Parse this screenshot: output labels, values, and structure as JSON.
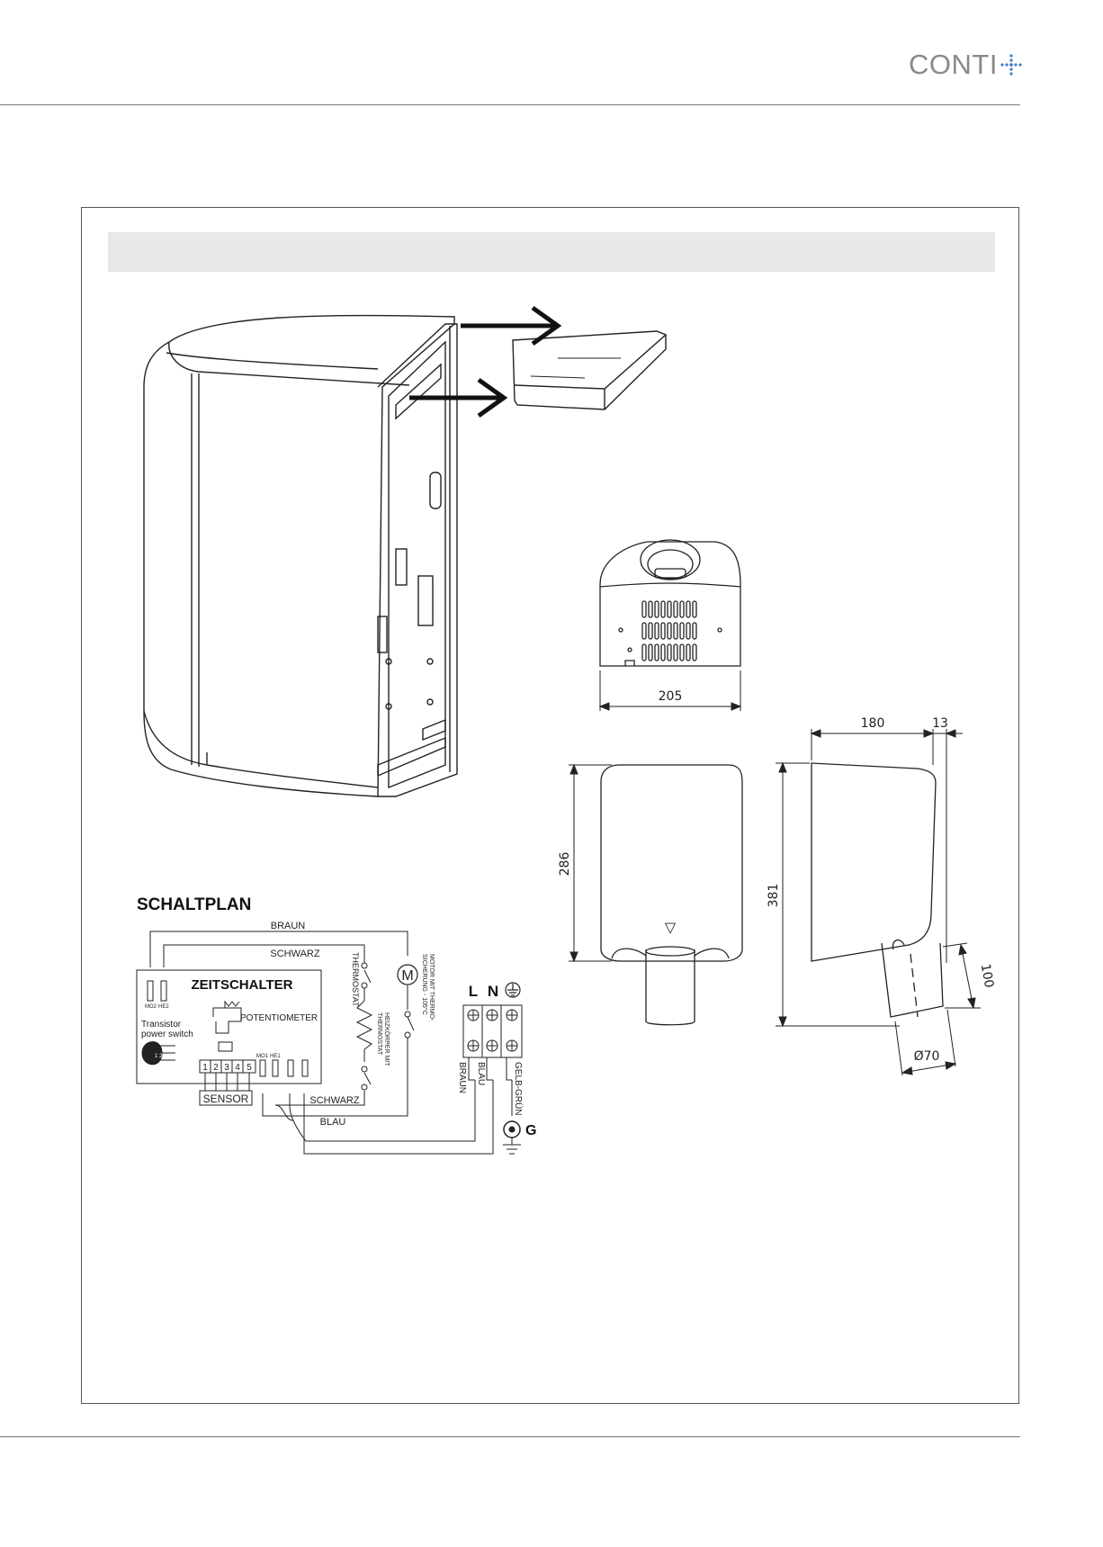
{
  "brand": {
    "name": "CONTI",
    "accent_color": "#3b7cc4",
    "text_color": "#8a8a8a"
  },
  "dimensions": {
    "width": "205",
    "height_front": "286",
    "height_side": "381",
    "depth": "180",
    "offset": "13",
    "outlet_length": "100",
    "outlet_diameter": "Ø70",
    "arrow_mark": "▽"
  },
  "wiring": {
    "title": "SCHALTPLAN",
    "braun_top": "BRAUN",
    "schwarz_top": "SCHWARZ",
    "timer": "ZEITSCHALTER",
    "potentiometer": "POTENTIOMETER",
    "transistor_1": "Transistor",
    "transistor_2": "power switch",
    "transistor_pins": "1 2 3",
    "mo2": "MO2",
    "he2": "HE2",
    "mo1": "MO1",
    "he1": "HE1",
    "sensor": "SENSOR",
    "sensor_pins": [
      "1",
      "2",
      "3",
      "4",
      "5"
    ],
    "thermostat": "THERMOSTAT",
    "heater_1": "HEIZKÖRPER MIT",
    "heater_2": "THERMOSTAT",
    "motor_1": "MOTOR MIT THERMO-",
    "motor_2": "SICHERUNG - 105°C",
    "motor_symbol": "M",
    "schwarz_bottom": "SCHWARZ",
    "blau_bottom": "BLAU",
    "terminal_l": "L",
    "terminal_n": "N",
    "wire_braun": "BRAUN",
    "wire_blau": "BLAU",
    "wire_gelb_gruen": "GELB-GRÜN",
    "ground": "G"
  }
}
